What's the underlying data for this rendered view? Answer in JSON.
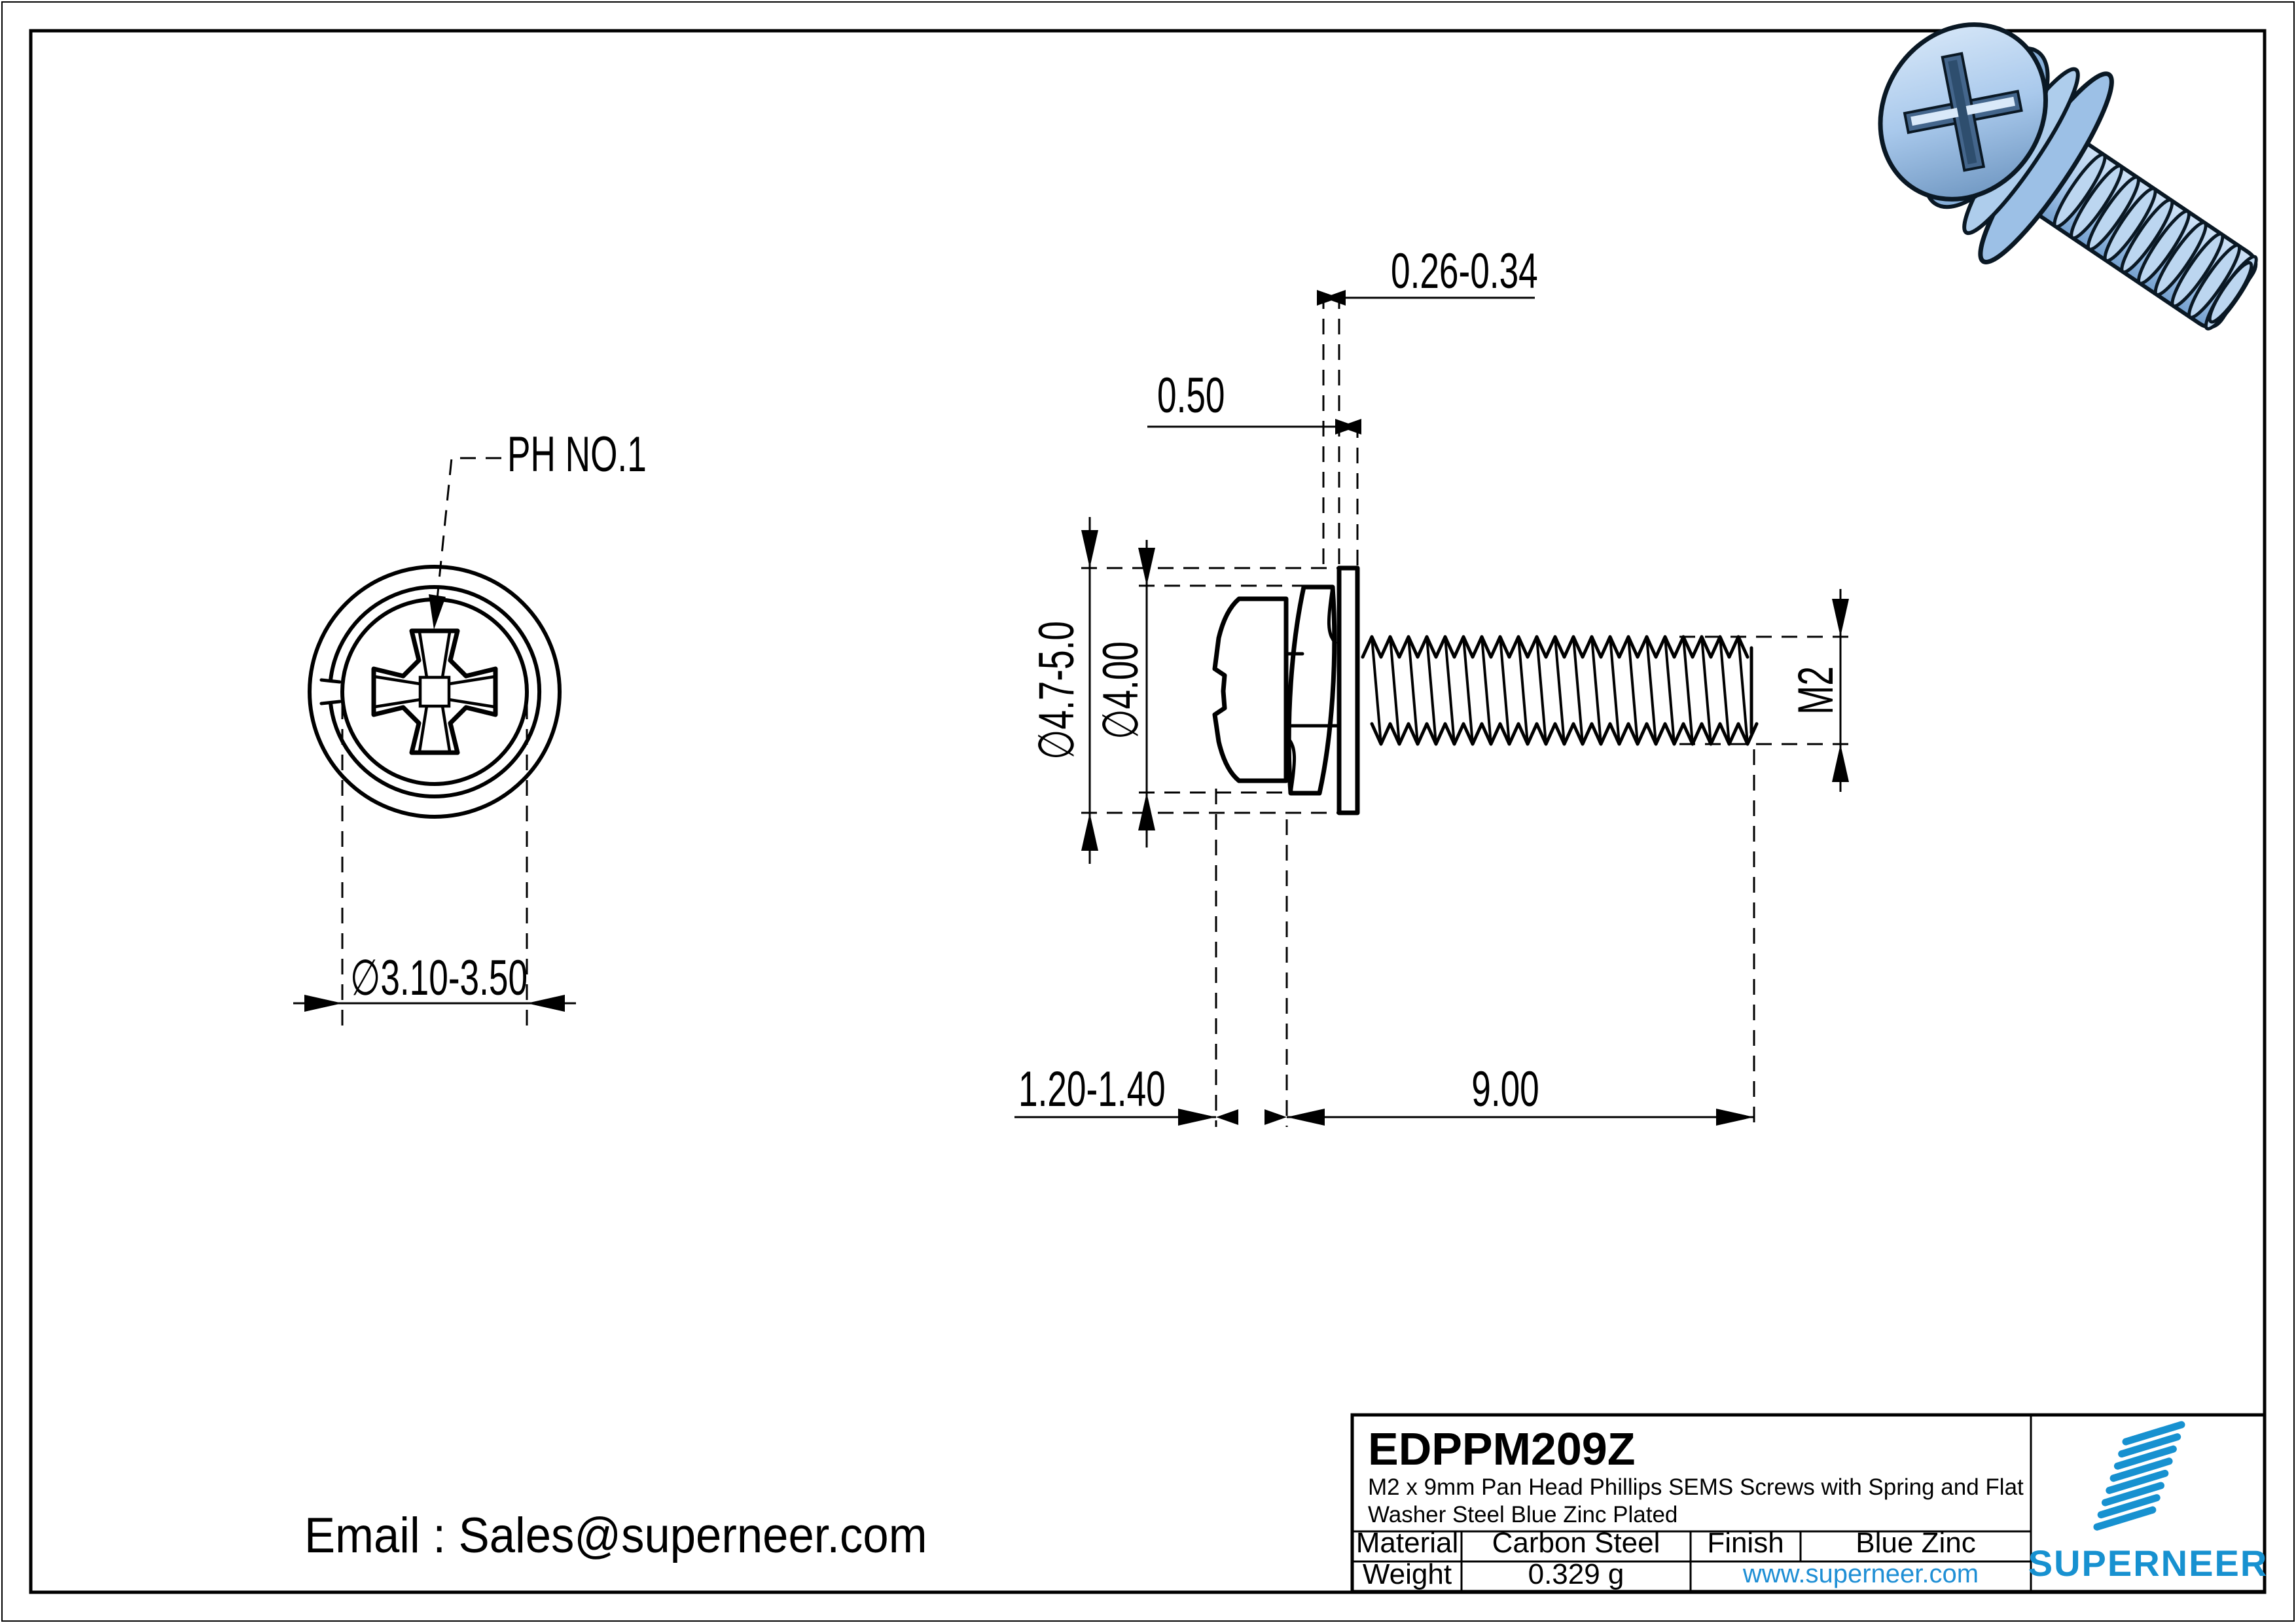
{
  "drawing": {
    "ph_label": "PH NO.1",
    "front_dia": "∅3.10-3.50",
    "washer_dia": "∅4.7-5.0",
    "spring_dia": "∅4.00",
    "spring_thickness": "0.26-0.34",
    "washer_thickness": "0.50",
    "head_height": "1.20-1.40",
    "thread_length": "9.00",
    "thread_size": "M2"
  },
  "contact": {
    "email": "Email : Sales@superneer.com"
  },
  "title_block": {
    "part_number": "EDPPM209Z",
    "description_line1": "M2 x 9mm Pan Head Phillips SEMS Screws with Spring and Flat",
    "description_line2": "Washer Steel Blue Zinc Plated",
    "material_label": "Material",
    "material_value": "Carbon Steel",
    "finish_label": "Finish",
    "finish_value": "Blue Zinc",
    "weight_label": "Weight",
    "weight_value": "0.329 g",
    "website": "www.superneer.com",
    "brand": "SUPERNEER"
  },
  "colors": {
    "line": "#000000",
    "brand_blue": "#1791d0",
    "link_blue": "#1f8fd5",
    "screw_light": "#d9e9f9",
    "screw_mid": "#9cc0e6",
    "screw_dark": "#44668c"
  }
}
